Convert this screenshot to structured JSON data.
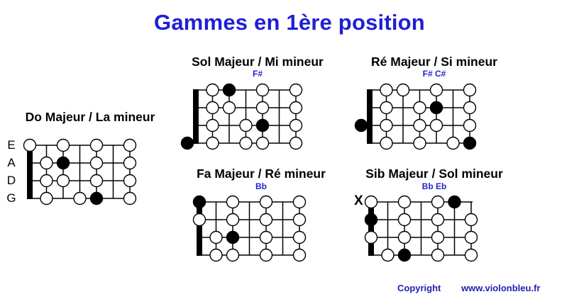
{
  "title": "Gammes en 1ère position",
  "string_labels": [
    "E",
    "A",
    "D",
    "G"
  ],
  "open_x_label": "X",
  "copyright": "Copyright",
  "website": "www.violonbleu.fr",
  "colors": {
    "title": "#1f1fd6",
    "accidentals": "#2424c8",
    "ink": "#000000",
    "background": "#ffffff"
  },
  "diagrams": [
    {
      "id": "do",
      "title": "Do Majeur / La mineur",
      "accidentals": "",
      "notes": [
        {
          "s": 0,
          "f": 0,
          "t": "open"
        },
        {
          "s": 0,
          "f": 2,
          "t": "open"
        },
        {
          "s": 0,
          "f": 4,
          "t": "open"
        },
        {
          "s": 0,
          "f": 6,
          "t": "open"
        },
        {
          "s": 1,
          "f": 1,
          "t": "open"
        },
        {
          "s": 1,
          "f": 2,
          "t": "filled"
        },
        {
          "s": 1,
          "f": 4,
          "t": "open"
        },
        {
          "s": 1,
          "f": 6,
          "t": "open"
        },
        {
          "s": 2,
          "f": 1,
          "t": "open"
        },
        {
          "s": 2,
          "f": 2,
          "t": "open"
        },
        {
          "s": 2,
          "f": 4,
          "t": "open"
        },
        {
          "s": 2,
          "f": 6,
          "t": "open"
        },
        {
          "s": 3,
          "f": 1,
          "t": "open"
        },
        {
          "s": 3,
          "f": 3,
          "t": "open"
        },
        {
          "s": 3,
          "f": 4,
          "t": "filled"
        },
        {
          "s": 3,
          "f": 6,
          "t": "open"
        }
      ]
    },
    {
      "id": "sol",
      "title": "Sol Majeur / Mi mineur",
      "accidentals": "F#",
      "notes": [
        {
          "s": 0,
          "f": 1,
          "t": "open"
        },
        {
          "s": 0,
          "f": 2,
          "t": "filled"
        },
        {
          "s": 0,
          "f": 4,
          "t": "open"
        },
        {
          "s": 0,
          "f": 6,
          "t": "open"
        },
        {
          "s": 1,
          "f": 1,
          "t": "open"
        },
        {
          "s": 1,
          "f": 2,
          "t": "open"
        },
        {
          "s": 1,
          "f": 4,
          "t": "open"
        },
        {
          "s": 1,
          "f": 6,
          "t": "open"
        },
        {
          "s": 2,
          "f": 1,
          "t": "open"
        },
        {
          "s": 2,
          "f": 3,
          "t": "open"
        },
        {
          "s": 2,
          "f": 4,
          "t": "filled"
        },
        {
          "s": 2,
          "f": 6,
          "t": "open"
        },
        {
          "s": 3,
          "f": -1,
          "t": "filled"
        },
        {
          "s": 3,
          "f": 1,
          "t": "open"
        },
        {
          "s": 3,
          "f": 3,
          "t": "open"
        },
        {
          "s": 3,
          "f": 4,
          "t": "open"
        },
        {
          "s": 3,
          "f": 6,
          "t": "open"
        }
      ]
    },
    {
      "id": "re",
      "title": "Ré Majeur / Si mineur",
      "accidentals": "F# C#",
      "notes": [
        {
          "s": 0,
          "f": 1,
          "t": "open"
        },
        {
          "s": 0,
          "f": 2,
          "t": "open"
        },
        {
          "s": 0,
          "f": 4,
          "t": "open"
        },
        {
          "s": 0,
          "f": 6,
          "t": "open"
        },
        {
          "s": 1,
          "f": 1,
          "t": "open"
        },
        {
          "s": 1,
          "f": 3,
          "t": "open"
        },
        {
          "s": 1,
          "f": 4,
          "t": "filled"
        },
        {
          "s": 1,
          "f": 6,
          "t": "open"
        },
        {
          "s": 2,
          "f": -1,
          "t": "filled"
        },
        {
          "s": 2,
          "f": 1,
          "t": "open"
        },
        {
          "s": 2,
          "f": 3,
          "t": "open"
        },
        {
          "s": 2,
          "f": 4,
          "t": "open"
        },
        {
          "s": 2,
          "f": 6,
          "t": "open"
        },
        {
          "s": 3,
          "f": 1,
          "t": "open"
        },
        {
          "s": 3,
          "f": 3,
          "t": "open"
        },
        {
          "s": 3,
          "f": 5,
          "t": "open"
        },
        {
          "s": 3,
          "f": 6,
          "t": "filled"
        }
      ]
    },
    {
      "id": "fa",
      "title": "Fa Majeur / Ré mineur",
      "accidentals": "Bb",
      "notes": [
        {
          "s": 0,
          "f": 0,
          "t": "filled"
        },
        {
          "s": 0,
          "f": 2,
          "t": "open"
        },
        {
          "s": 0,
          "f": 4,
          "t": "open"
        },
        {
          "s": 0,
          "f": 6,
          "t": "open"
        },
        {
          "s": 1,
          "f": 0,
          "t": "open"
        },
        {
          "s": 1,
          "f": 2,
          "t": "open"
        },
        {
          "s": 1,
          "f": 4,
          "t": "open"
        },
        {
          "s": 1,
          "f": 6,
          "t": "open"
        },
        {
          "s": 2,
          "f": 1,
          "t": "open"
        },
        {
          "s": 2,
          "f": 2,
          "t": "filled"
        },
        {
          "s": 2,
          "f": 4,
          "t": "open"
        },
        {
          "s": 2,
          "f": 6,
          "t": "open"
        },
        {
          "s": 3,
          "f": 1,
          "t": "open"
        },
        {
          "s": 3,
          "f": 2,
          "t": "open"
        },
        {
          "s": 3,
          "f": 4,
          "t": "open"
        },
        {
          "s": 3,
          "f": 6,
          "t": "open"
        }
      ]
    },
    {
      "id": "sib",
      "title": "Sib Majeur / Sol mineur",
      "accidentals": "Bb Eb",
      "notes": [
        {
          "s": 0,
          "f": 0,
          "t": "open"
        },
        {
          "s": 0,
          "f": 2,
          "t": "open"
        },
        {
          "s": 0,
          "f": 4,
          "t": "open"
        },
        {
          "s": 0,
          "f": 5,
          "t": "filled"
        },
        {
          "s": 1,
          "f": 0,
          "t": "filled"
        },
        {
          "s": 1,
          "f": 2,
          "t": "open"
        },
        {
          "s": 1,
          "f": 4,
          "t": "open"
        },
        {
          "s": 1,
          "f": 6,
          "t": "open"
        },
        {
          "s": 2,
          "f": 0,
          "t": "open"
        },
        {
          "s": 2,
          "f": 2,
          "t": "open"
        },
        {
          "s": 2,
          "f": 4,
          "t": "open"
        },
        {
          "s": 2,
          "f": 6,
          "t": "open"
        },
        {
          "s": 3,
          "f": 1,
          "t": "open"
        },
        {
          "s": 3,
          "f": 2,
          "t": "filled"
        },
        {
          "s": 3,
          "f": 4,
          "t": "open"
        },
        {
          "s": 3,
          "f": 6,
          "t": "open"
        }
      ]
    }
  ]
}
